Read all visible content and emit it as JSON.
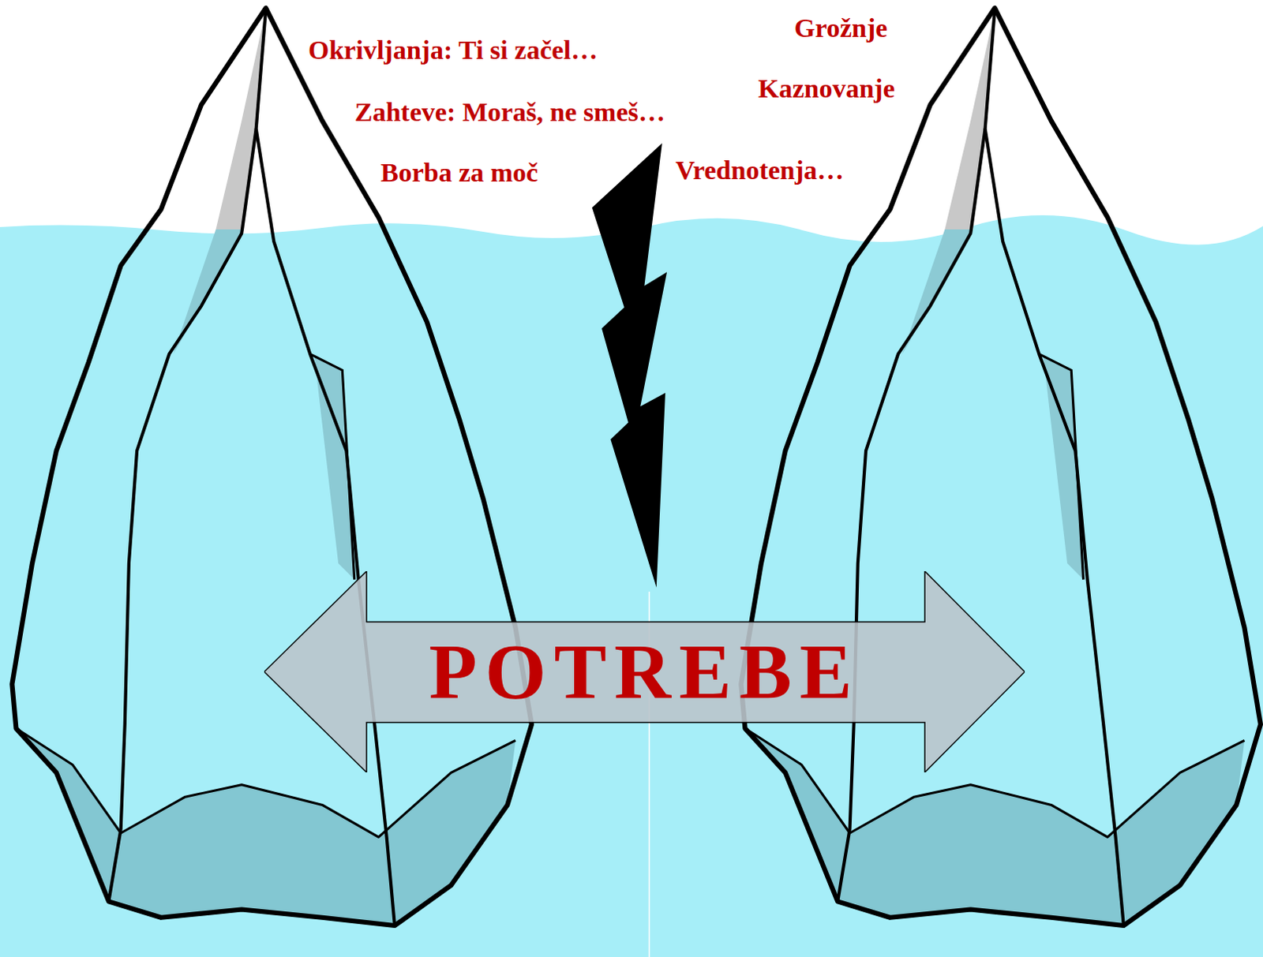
{
  "diagram": {
    "nodes": [
      {
        "text": [
          "POTREBE"
        ]
      }
    ],
    "labels": [
      "Okrivljanja: Ti si začel…",
      "Zahteve: Moraš, ne smeš…",
      "Borba za moč",
      "Grožnje",
      "Kaznovanje",
      "Vrednotenja…"
    ]
  }
}
